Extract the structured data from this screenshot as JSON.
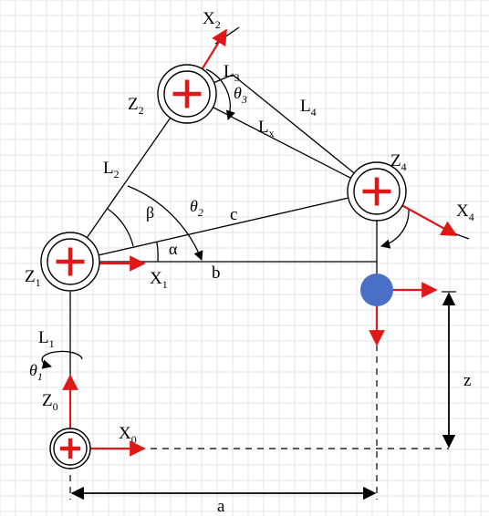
{
  "colors": {
    "grid": "#dcdcdc",
    "axis_arrow": "#e01818",
    "joint_cross": "#e01818",
    "line": "#000000",
    "end_effector": "#4a6fc7"
  },
  "labels": {
    "X2": {
      "main": "X",
      "sub": "2"
    },
    "L3": {
      "main": "L",
      "sub": "3"
    },
    "theta3": {
      "main": "θ",
      "sub": "3"
    },
    "L4": {
      "main": "L",
      "sub": "4"
    },
    "Z2": {
      "main": "Z",
      "sub": "2"
    },
    "Lx": {
      "main": "L",
      "sub": "x"
    },
    "L2": {
      "main": "L",
      "sub": "2"
    },
    "Z4": {
      "main": "Z",
      "sub": "4"
    },
    "beta": "β",
    "theta2": {
      "main": "θ",
      "sub": "2"
    },
    "c": "c",
    "X4": {
      "main": "X",
      "sub": "4"
    },
    "alpha": "α",
    "Z1": {
      "main": "Z",
      "sub": "1"
    },
    "X1": {
      "main": "X",
      "sub": "1"
    },
    "b": "b",
    "L1": {
      "main": "L",
      "sub": "1"
    },
    "theta1": {
      "main": "θ",
      "sub": "1"
    },
    "Z0": {
      "main": "Z",
      "sub": "0"
    },
    "z": "z",
    "X0": {
      "main": "X",
      "sub": "0"
    },
    "a": "a"
  }
}
